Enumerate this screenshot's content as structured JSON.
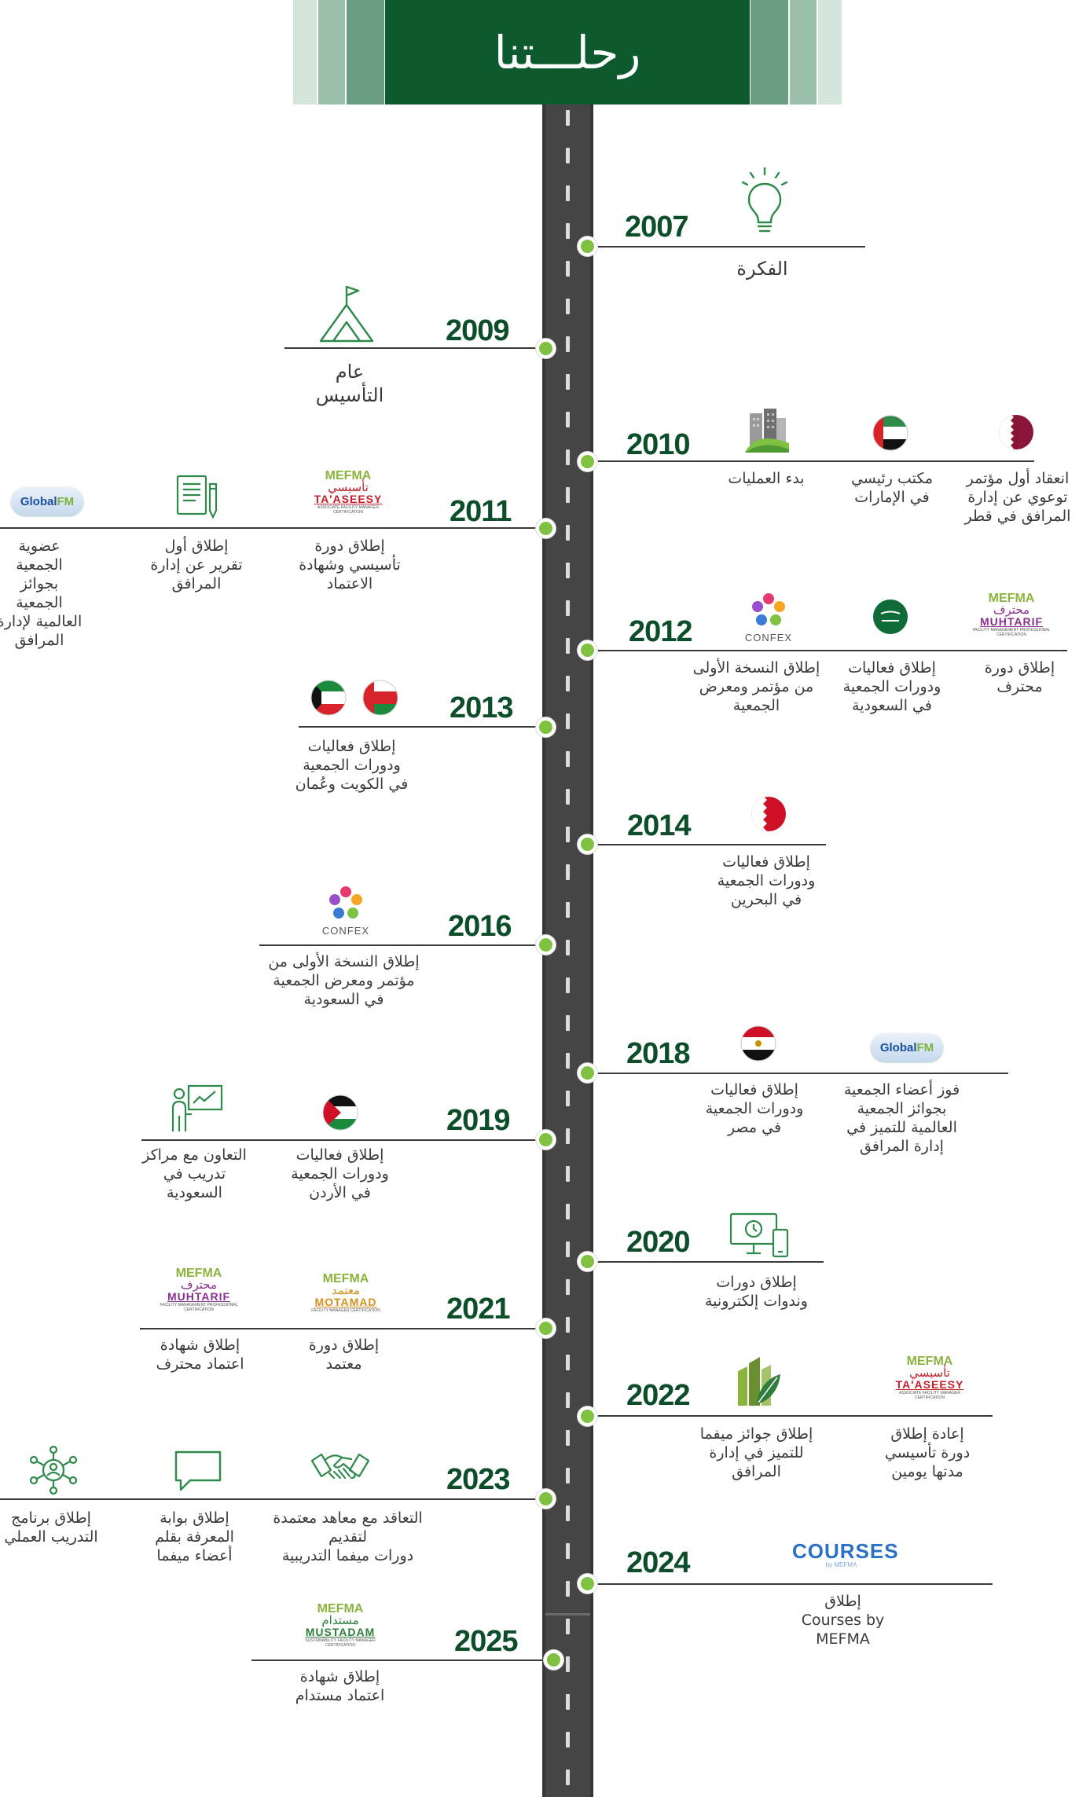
{
  "header": {
    "title": "رحلـــتنا"
  },
  "colors": {
    "dark_green": "#0d5a2f",
    "light_green": "#7fc241",
    "road": "#454545",
    "year": "#0d4e2a"
  },
  "milestones": {
    "y2007": {
      "year": "2007",
      "items": [
        {
          "icon": "lightbulb-icon",
          "text": "الفكرة"
        }
      ]
    },
    "y2009": {
      "year": "2009",
      "items": [
        {
          "icon": "mountain-flag-icon",
          "text": "عام\nالتأسيس"
        }
      ]
    },
    "y2010": {
      "year": "2010",
      "items": [
        {
          "icon": "buildings-icon",
          "text": "بدء العمليات"
        },
        {
          "icon": "uae-flag-icon",
          "text": "مكتب رئيسي\nفي الإمارات"
        },
        {
          "icon": "qatar-flag-icon",
          "text": "انعقاد أول مؤتمر\nتوعوي عن إدارة\nالمرافق في قطر"
        }
      ]
    },
    "y2011": {
      "year": "2011",
      "items": [
        {
          "icon": "globalfm-logo",
          "text": "عضوية الجمعية\nبجوائز الجمعية\nالعالمية لإدارة\nالمرافق"
        },
        {
          "icon": "report-icon",
          "text": "إطلاق أول\nتقرير عن إدارة\nالمرافق"
        },
        {
          "icon": "taaseesy-logo",
          "text": "إطلاق دورة\nتأسيسي وشهادة\nالاعتماد"
        }
      ]
    },
    "y2012": {
      "year": "2012",
      "items": [
        {
          "icon": "confex-logo",
          "text": "إطلاق النسخة الأولى\nمن مؤتمر ومعرض\nالجمعية"
        },
        {
          "icon": "saudi-flag-icon",
          "text": "إطلاق فعاليات\nودورات الجمعية\nفي السعودية"
        },
        {
          "icon": "muhtarif-logo",
          "text": "إطلاق دورة\nمحترف"
        }
      ]
    },
    "y2013": {
      "year": "2013",
      "items": [
        {
          "icon": "kuwait-oman-flags-icon",
          "text": "إطلاق فعاليات\nودورات الجمعية\nفي الكويت وعُمان"
        }
      ]
    },
    "y2014": {
      "year": "2014",
      "items": [
        {
          "icon": "bahrain-flag-icon",
          "text": "إطلاق فعاليات\nودورات الجمعية\nفي البحرين"
        }
      ]
    },
    "y2016": {
      "year": "2016",
      "items": [
        {
          "icon": "confex-logo",
          "text": "إطلاق النسخة الأولى من\nمؤتمر ومعرض الجمعية\nفي السعودية"
        }
      ]
    },
    "y2018": {
      "year": "2018",
      "items": [
        {
          "icon": "egypt-flag-icon",
          "text": "إطلاق فعاليات\nودورات الجمعية\nفي مصر"
        },
        {
          "icon": "globalfm-logo",
          "text": "فوز أعضاء الجمعية\nبجوائز الجمعية\nالعالمية للتميز في\nإدارة المرافق"
        }
      ]
    },
    "y2019": {
      "year": "2019",
      "items": [
        {
          "icon": "training-board-icon",
          "text": "التعاون مع مراكز\nتدريب في\nالسعودية"
        },
        {
          "icon": "jordan-flag-icon",
          "text": "إطلاق فعاليات\nودورات الجمعية\nفي الأردن"
        }
      ]
    },
    "y2020": {
      "year": "2020",
      "items": [
        {
          "icon": "monitor-phone-icon",
          "text": "إطلاق دورات\nوندوات إلكترونية"
        }
      ]
    },
    "y2021": {
      "year": "2021",
      "items": [
        {
          "icon": "muhtarif-logo",
          "text": "إطلاق شهادة\nاعتماد محترف"
        },
        {
          "icon": "motamad-logo",
          "text": "إطلاق دورة\nمعتمد"
        }
      ]
    },
    "y2022": {
      "year": "2022",
      "items": [
        {
          "icon": "award-building-icon",
          "text": "إطلاق جوائز ميفما\nللتميز في إدارة\nالمرافق"
        },
        {
          "icon": "taaseesy-logo",
          "text": "إعادة إطلاق\nدورة تأسيسي\nمدتها يومين"
        }
      ]
    },
    "y2023": {
      "year": "2023",
      "items": [
        {
          "icon": "network-people-icon",
          "text": "إطلاق برنامج\nالتدريب العملي"
        },
        {
          "icon": "chat-bubble-icon",
          "text": "إطلاق بوابة\nالمعرفة بقلم\nأعضاء ميفما"
        },
        {
          "icon": "handshake-icon",
          "text": "التعاقد مع معاهد معتمدة\nلتقديم\nدورات ميفما التدريبية"
        }
      ]
    },
    "y2024": {
      "year": "2024",
      "items": [
        {
          "icon": "courses-logo",
          "text": "إطلاق\nCourses by\nMEFMA"
        }
      ]
    },
    "y2025": {
      "year": "2025",
      "items": [
        {
          "icon": "mustadam-logo",
          "text": "إطلاق شهادة\nاعتماد مستدام"
        }
      ]
    }
  },
  "logos": {
    "mefma": "MEFMA",
    "taaseesy_ar": "تأسيسي",
    "taaseesy_en": "TA'ASEESY",
    "taaseesy_sub": "ASSOCIATE FACILITY MANAGER CERTIFICATION",
    "muhtarif_ar": "محترف",
    "muhtarif_en": "MUHTARIF",
    "muhtarif_sub": "FACILITY MANAGEMENT PROFESSIONAL CERTIFICATION",
    "motamad_ar": "معتمد",
    "motamad_en": "MOTAMAD",
    "motamad_sub": "FACILITY MANAGER CERTIFICATION",
    "mustadam_ar": "مستدام",
    "mustadam_en": "MUSTADAM",
    "mustadam_sub": "SUSTAINABILITY FACILITY MANAGER CERTIFICATION",
    "globalfm_a": "Global",
    "globalfm_b": "FM",
    "confex": "CONFEX",
    "courses": "COURSES",
    "courses_by": "by MEFMA"
  }
}
